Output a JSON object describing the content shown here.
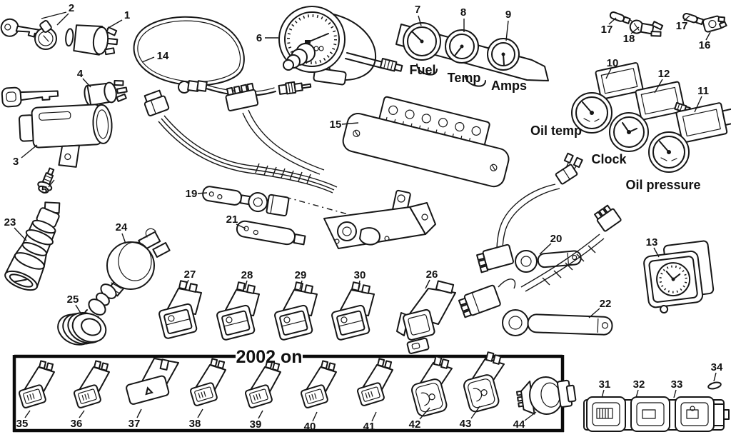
{
  "diagram": {
    "background": "#ffffff",
    "ink": "#161616",
    "section_label": "2002 on",
    "gauge_labels": {
      "fuel": "Fuel",
      "temp": "Temp",
      "amps": "Amps",
      "oil_temp": "Oil temp",
      "clock": "Clock",
      "oil_pressure": "Oil pressure"
    },
    "parts": {
      "p1": "1",
      "p2": "2",
      "p3": "3",
      "p4": "4",
      "p5": "5",
      "p6": "6",
      "p7": "7",
      "p8": "8",
      "p9": "9",
      "p10": "10",
      "p11": "11",
      "p12": "12",
      "p13": "13",
      "p14": "14",
      "p15": "15",
      "p16": "16",
      "p17a": "17",
      "p17b": "17",
      "p18": "18",
      "p19": "19",
      "p20": "20",
      "p21": "21",
      "p22": "22",
      "p23": "23",
      "p24": "24",
      "p25": "25",
      "p26": "26",
      "p27": "27",
      "p28": "28",
      "p29": "29",
      "p30": "30",
      "p31": "31",
      "p32": "32",
      "p33": "33",
      "p34": "34",
      "p35": "35",
      "p36": "36",
      "p37": "37",
      "p38": "38",
      "p39": "39",
      "p40": "40",
      "p41": "41",
      "p42": "42",
      "p43": "43",
      "p44": "44"
    }
  }
}
